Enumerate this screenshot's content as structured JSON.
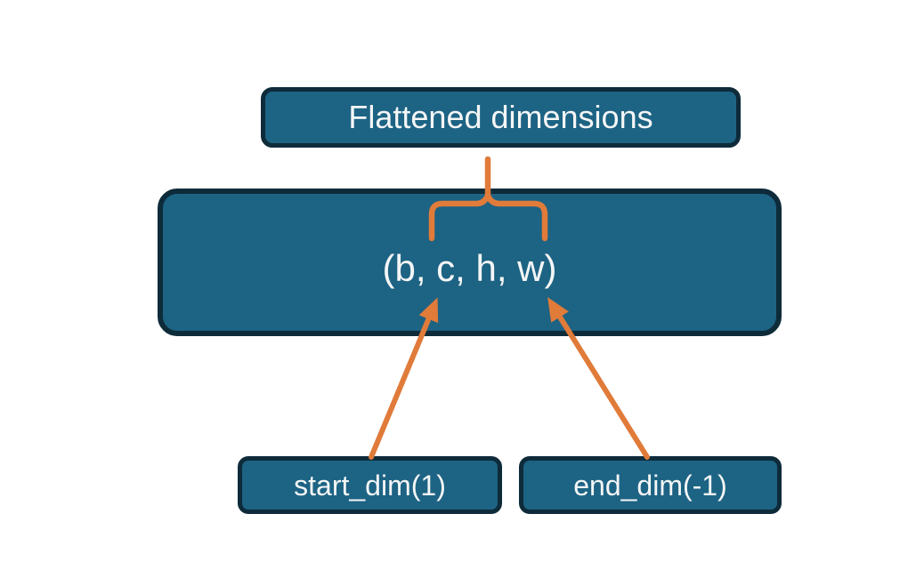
{
  "diagram": {
    "title_box": {
      "label": "Flattened dimensions"
    },
    "tensor_box": {
      "label": "(b, c, h, w)"
    },
    "start_dim_box": {
      "label": "start_dim(1)"
    },
    "end_dim_box": {
      "label": "end_dim(-1)"
    }
  },
  "colors": {
    "background": "#ffffff",
    "box_fill": "#1d6384",
    "box_border": "#0e2b3a",
    "text": "#f4f6f6",
    "accent": "#e07b3a"
  }
}
